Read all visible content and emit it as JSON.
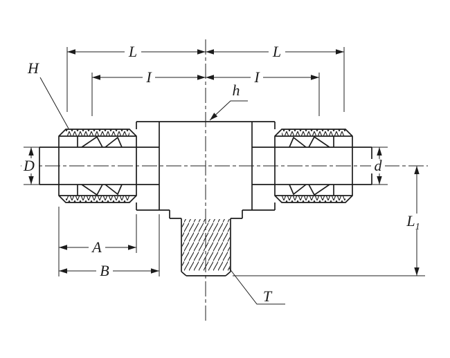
{
  "drawing": {
    "background": "#ffffff",
    "line_color": "#1c1c1c",
    "labels": {
      "L_left": "L",
      "L_right": "L",
      "I_left": "I",
      "I_right": "I",
      "H": "H",
      "h": "h",
      "D": "D",
      "d": "d",
      "A": "A",
      "B": "B",
      "L1_main": "L",
      "L1_sub": "1",
      "T": "T"
    }
  }
}
